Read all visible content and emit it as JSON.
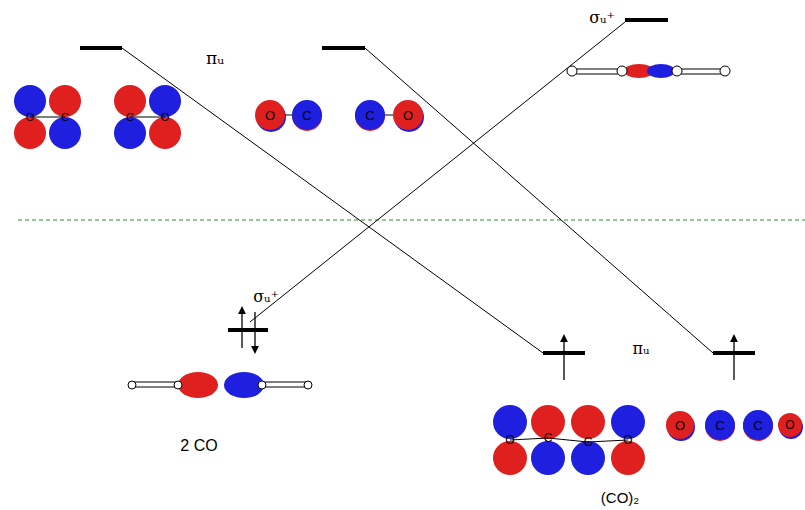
{
  "diagram": {
    "labels": [
      "πᵤ",
      "σᵤ⁺",
      "σᵤ⁺",
      "2 CO",
      "πᵤ",
      "(CO)₂",
      "O",
      "C",
      "C",
      "O",
      "O",
      "C",
      "C",
      "O",
      "O",
      "C",
      "C",
      "O",
      "O",
      "C",
      "C",
      "O"
    ]
  }
}
